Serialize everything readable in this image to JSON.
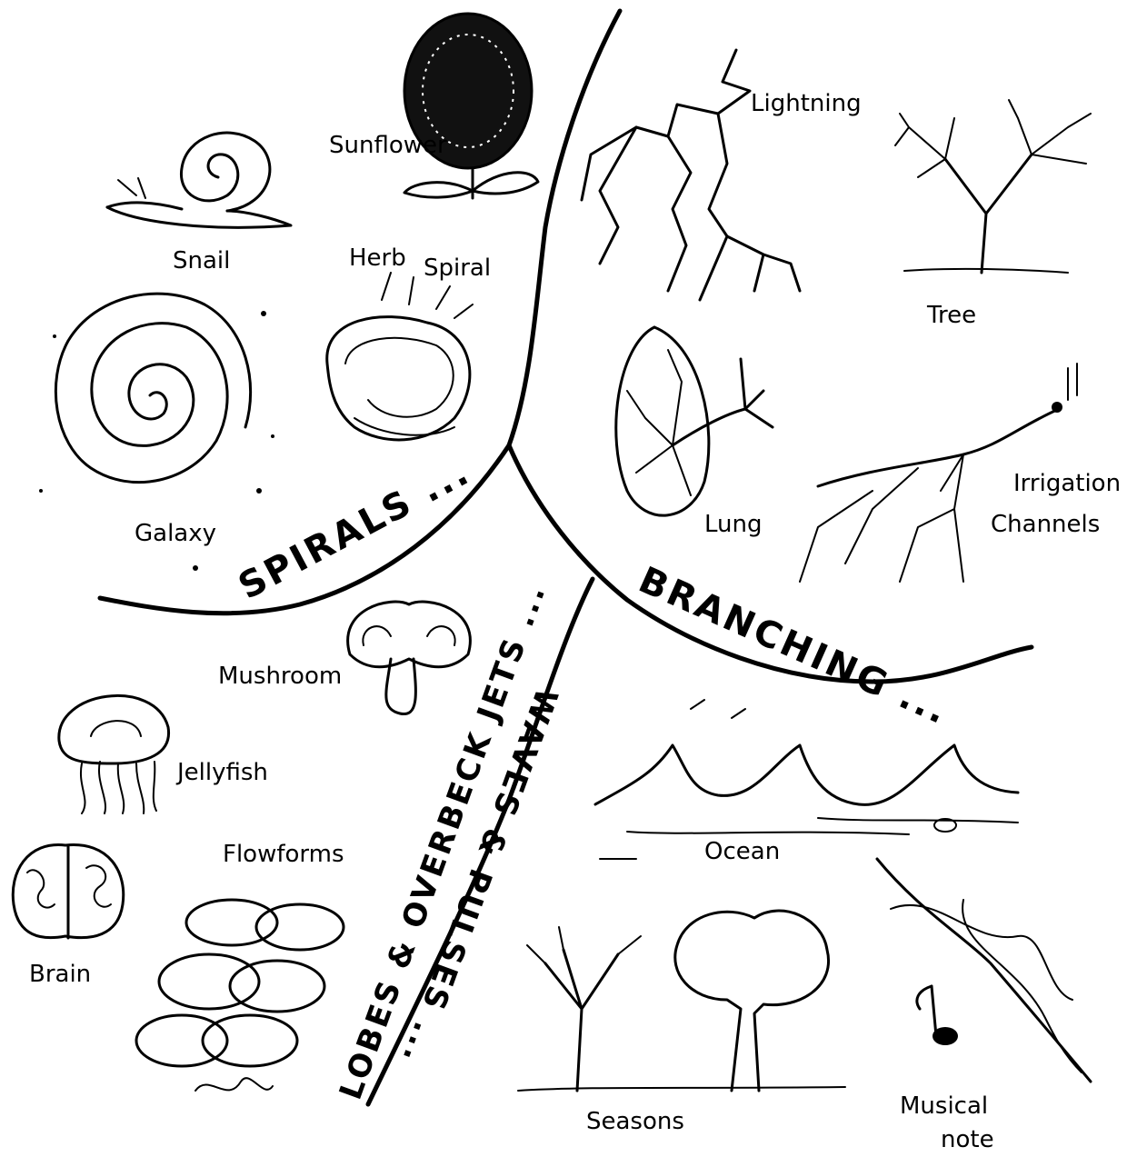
{
  "sections": {
    "spirals": "SPIRALS ...",
    "branching": "BRANCHING ...",
    "lobes": "LOBES & OVERBECK JETS ...",
    "waves": "WAVES & PULSES ..."
  },
  "labels": {
    "snail": "Snail",
    "sunflower": "Sunflower",
    "herb_spiral_1": "Herb",
    "herb_spiral_2": "Spiral",
    "galaxy": "Galaxy",
    "lightning": "Lightning",
    "tree": "Tree",
    "lung": "Lung",
    "irrigation_1": "Irrigation",
    "irrigation_2": "Channels",
    "mushroom": "Mushroom",
    "jellyfish": "Jellyfish",
    "brain": "Brain",
    "flowforms": "Flowforms",
    "ocean": "Ocean",
    "seasons": "Seasons",
    "musical_1": "Musical",
    "musical_2": "note"
  }
}
